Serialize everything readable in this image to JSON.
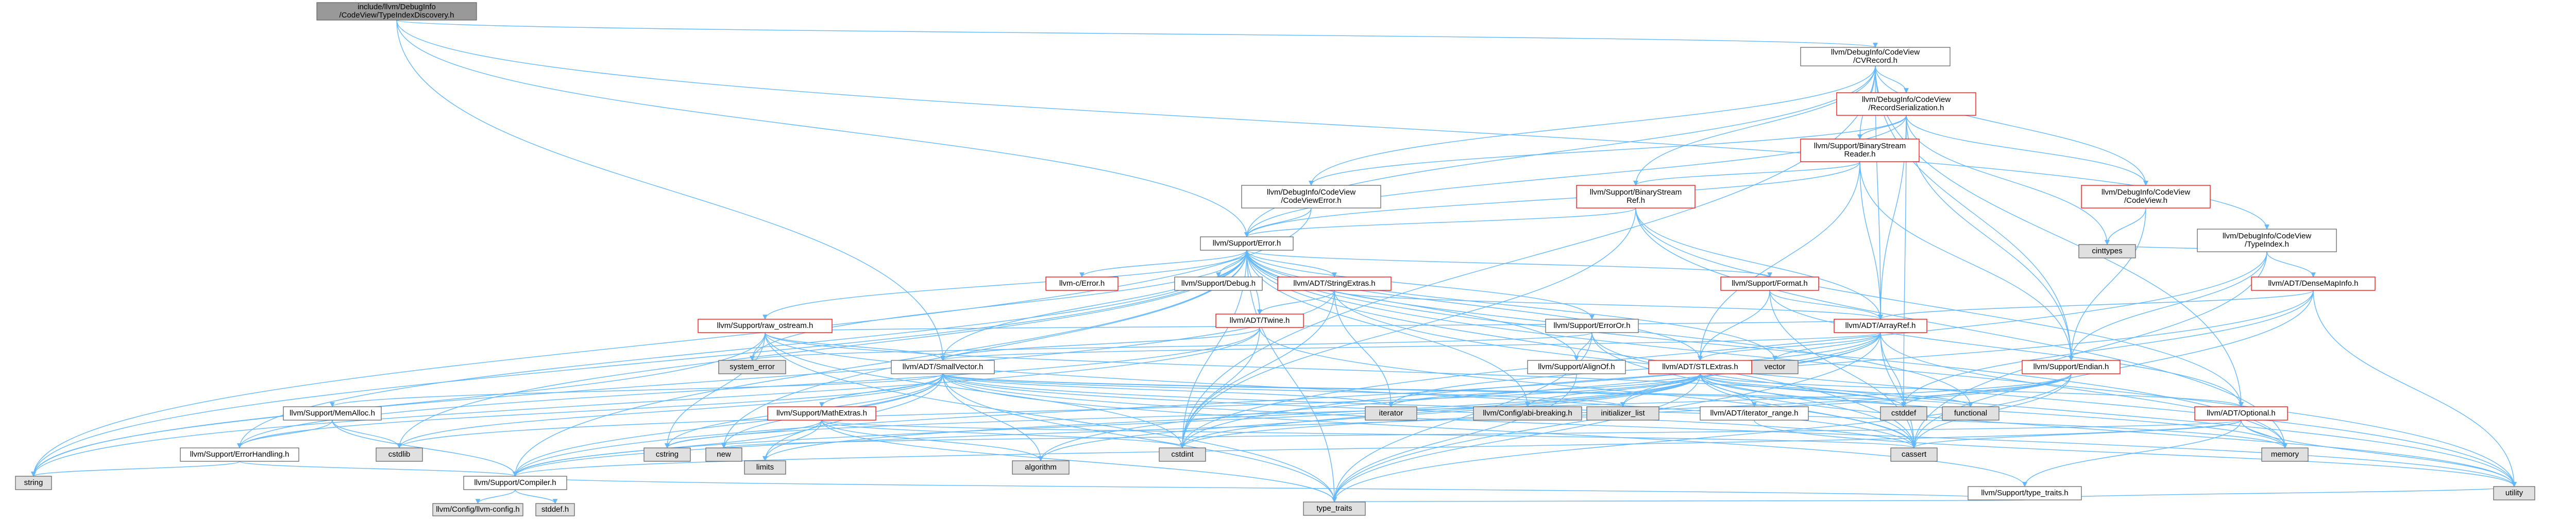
{
  "colors": {
    "edge": "#63b8ff",
    "border_default": "#666666",
    "border_red": "#ff0000",
    "fill_white": "#ffffff",
    "fill_gray": "#e0e0e0",
    "fill_root": "#999999"
  },
  "nodes": [
    {
      "id": "root",
      "lines": [
        "include/llvm/DebugInfo",
        "/CodeView/TypeIndexDiscovery.h"
      ],
      "kind": "root"
    },
    {
      "id": "cvrecord",
      "lines": [
        "llvm/DebugInfo/CodeView",
        "/CVRecord.h"
      ],
      "kind": "normal"
    },
    {
      "id": "recser",
      "lines": [
        "llvm/DebugInfo/CodeView",
        "/RecordSerialization.h"
      ],
      "kind": "red"
    },
    {
      "id": "bsreader",
      "lines": [
        "llvm/Support/BinaryStream",
        "Reader.h"
      ],
      "kind": "red"
    },
    {
      "id": "cverror",
      "lines": [
        "llvm/DebugInfo/CodeView",
        "/CodeViewError.h"
      ],
      "kind": "normal"
    },
    {
      "id": "bsref",
      "lines": [
        "llvm/Support/BinaryStream",
        "Ref.h"
      ],
      "kind": "red"
    },
    {
      "id": "codeview",
      "lines": [
        "llvm/DebugInfo/CodeView",
        "/CodeView.h"
      ],
      "kind": "red"
    },
    {
      "id": "typeindex",
      "lines": [
        "llvm/DebugInfo/CodeView",
        "/TypeIndex.h"
      ],
      "kind": "normal"
    },
    {
      "id": "error",
      "lines": [
        "llvm/Support/Error.h"
      ],
      "kind": "normal"
    },
    {
      "id": "cinttypes",
      "lines": [
        "cinttypes"
      ],
      "kind": "gray"
    },
    {
      "id": "densemapinfo",
      "lines": [
        "llvm/ADT/DenseMapInfo.h"
      ],
      "kind": "red"
    },
    {
      "id": "llvmcerror",
      "lines": [
        "llvm-c/Error.h"
      ],
      "kind": "red"
    },
    {
      "id": "debug",
      "lines": [
        "llvm/Support/Debug.h"
      ],
      "kind": "normal"
    },
    {
      "id": "stringextras",
      "lines": [
        "llvm/ADT/StringExtras.h"
      ],
      "kind": "red"
    },
    {
      "id": "format",
      "lines": [
        "llvm/Support/Format.h"
      ],
      "kind": "red"
    },
    {
      "id": "rawostream",
      "lines": [
        "llvm/Support/raw_ostream.h"
      ],
      "kind": "red"
    },
    {
      "id": "twine",
      "lines": [
        "llvm/ADT/Twine.h"
      ],
      "kind": "red"
    },
    {
      "id": "erroror",
      "lines": [
        "llvm/Support/ErrorOr.h"
      ],
      "kind": "normal"
    },
    {
      "id": "arrayref",
      "lines": [
        "llvm/ADT/ArrayRef.h"
      ],
      "kind": "red"
    },
    {
      "id": "systemerror",
      "lines": [
        "system_error"
      ],
      "kind": "gray"
    },
    {
      "id": "smallvector",
      "lines": [
        "llvm/ADT/SmallVector.h"
      ],
      "kind": "normal"
    },
    {
      "id": "alignof",
      "lines": [
        "llvm/Support/AlignOf.h"
      ],
      "kind": "normal"
    },
    {
      "id": "vector",
      "lines": [
        "vector"
      ],
      "kind": "gray"
    },
    {
      "id": "stlextras",
      "lines": [
        "llvm/ADT/STLExtras.h"
      ],
      "kind": "red"
    },
    {
      "id": "endian",
      "lines": [
        "llvm/Support/Endian.h"
      ],
      "kind": "red"
    },
    {
      "id": "memalloc",
      "lines": [
        "llvm/Support/MemAlloc.h"
      ],
      "kind": "normal"
    },
    {
      "id": "matheextras",
      "lines": [
        "llvm/Support/MathExtras.h"
      ],
      "kind": "red"
    },
    {
      "id": "iterator",
      "lines": [
        "iterator"
      ],
      "kind": "gray"
    },
    {
      "id": "abibreaking",
      "lines": [
        "llvm/Config/abi-breaking.h"
      ],
      "kind": "gray"
    },
    {
      "id": "initlist",
      "lines": [
        "initializer_list"
      ],
      "kind": "gray"
    },
    {
      "id": "iterrange",
      "lines": [
        "llvm/ADT/iterator_range.h"
      ],
      "kind": "normal"
    },
    {
      "id": "cstddef",
      "lines": [
        "cstddef"
      ],
      "kind": "gray"
    },
    {
      "id": "functional",
      "lines": [
        "functional"
      ],
      "kind": "gray"
    },
    {
      "id": "optional",
      "lines": [
        "llvm/ADT/Optional.h"
      ],
      "kind": "red"
    },
    {
      "id": "errhandling",
      "lines": [
        "llvm/Support/ErrorHandling.h"
      ],
      "kind": "normal"
    },
    {
      "id": "cstdlib",
      "lines": [
        "cstdlib"
      ],
      "kind": "gray"
    },
    {
      "id": "cstring",
      "lines": [
        "cstring"
      ],
      "kind": "gray"
    },
    {
      "id": "new",
      "lines": [
        "new"
      ],
      "kind": "gray"
    },
    {
      "id": "limits",
      "lines": [
        "limits"
      ],
      "kind": "gray"
    },
    {
      "id": "algorithm",
      "lines": [
        "algorithm"
      ],
      "kind": "gray"
    },
    {
      "id": "cstdint",
      "lines": [
        "cstdint"
      ],
      "kind": "gray"
    },
    {
      "id": "cassert",
      "lines": [
        "cassert"
      ],
      "kind": "gray"
    },
    {
      "id": "memory",
      "lines": [
        "memory"
      ],
      "kind": "gray"
    },
    {
      "id": "typetraitsh",
      "lines": [
        "llvm/Support/type_traits.h"
      ],
      "kind": "normal"
    },
    {
      "id": "string",
      "lines": [
        "string"
      ],
      "kind": "gray"
    },
    {
      "id": "compiler",
      "lines": [
        "llvm/Support/Compiler.h"
      ],
      "kind": "normal"
    },
    {
      "id": "typetraits",
      "lines": [
        "type_traits"
      ],
      "kind": "gray"
    },
    {
      "id": "utility",
      "lines": [
        "utility"
      ],
      "kind": "gray"
    },
    {
      "id": "llvmconfig",
      "lines": [
        "llvm/Config/llvm-config.h"
      ],
      "kind": "gray"
    },
    {
      "id": "stddef",
      "lines": [
        "stddef.h"
      ],
      "kind": "gray"
    }
  ],
  "edges": [
    [
      "root",
      "cvrecord"
    ],
    [
      "root",
      "typeindex"
    ],
    [
      "root",
      "error"
    ],
    [
      "root",
      "smallvector"
    ],
    [
      "cvrecord",
      "recser"
    ],
    [
      "cvrecord",
      "bsreader"
    ],
    [
      "cvrecord",
      "bsref"
    ],
    [
      "cvrecord",
      "cverror"
    ],
    [
      "cvrecord",
      "codeview"
    ],
    [
      "cvrecord",
      "error"
    ],
    [
      "cvrecord",
      "arrayref"
    ],
    [
      "cvrecord",
      "endian"
    ],
    [
      "cvrecord",
      "optional"
    ],
    [
      "cvrecord",
      "cstdint"
    ],
    [
      "recser",
      "bsreader"
    ],
    [
      "recser",
      "cverror"
    ],
    [
      "recser",
      "codeview"
    ],
    [
      "recser",
      "error"
    ],
    [
      "recser",
      "arrayref"
    ],
    [
      "recser",
      "endian"
    ],
    [
      "recser",
      "cinttypes"
    ],
    [
      "recser",
      "cstddef"
    ],
    [
      "bsreader",
      "bsref"
    ],
    [
      "bsreader",
      "arrayref"
    ],
    [
      "bsreader",
      "error"
    ],
    [
      "bsreader",
      "stlextras"
    ],
    [
      "bsreader",
      "endian"
    ],
    [
      "bsreader",
      "type_traits_dummy"
    ],
    [
      "cverror",
      "error"
    ],
    [
      "cverror",
      "string"
    ],
    [
      "bsref",
      "error"
    ],
    [
      "bsref",
      "arrayref"
    ],
    [
      "bsref",
      "optional"
    ],
    [
      "bsref",
      "cstdint"
    ],
    [
      "bsref",
      "memory"
    ],
    [
      "codeview",
      "cinttypes"
    ],
    [
      "codeview",
      "endian"
    ],
    [
      "codeview",
      "type_traits_dummy"
    ],
    [
      "typeindex",
      "densemapinfo"
    ],
    [
      "typeindex",
      "endian"
    ],
    [
      "typeindex",
      "cinttypes"
    ],
    [
      "typeindex",
      "cassert"
    ],
    [
      "typeindex",
      "cstdint"
    ],
    [
      "densemapinfo",
      "cassert"
    ],
    [
      "densemapinfo",
      "cstddef"
    ],
    [
      "densemapinfo",
      "cstdint"
    ],
    [
      "densemapinfo",
      "utility"
    ],
    [
      "densemapinfo",
      "arrayref"
    ],
    [
      "error",
      "llvmcerror"
    ],
    [
      "error",
      "debug"
    ],
    [
      "error",
      "stringextras"
    ],
    [
      "error",
      "format"
    ],
    [
      "error",
      "rawostream"
    ],
    [
      "error",
      "twine"
    ],
    [
      "error",
      "erroror"
    ],
    [
      "error",
      "smallvector"
    ],
    [
      "error",
      "alignof"
    ],
    [
      "error",
      "errhandling"
    ],
    [
      "error",
      "abibreaking"
    ],
    [
      "error",
      "compiler"
    ],
    [
      "error",
      "stlextras"
    ],
    [
      "error",
      "string"
    ],
    [
      "error",
      "cassert"
    ],
    [
      "error",
      "cstdint"
    ],
    [
      "error",
      "cstdlib"
    ],
    [
      "error",
      "functional"
    ],
    [
      "error",
      "memory"
    ],
    [
      "error",
      "new"
    ],
    [
      "error",
      "systemerror"
    ],
    [
      "error",
      "typetraits"
    ],
    [
      "error",
      "utility"
    ],
    [
      "error",
      "vector"
    ],
    [
      "stringextras",
      "arrayref"
    ],
    [
      "stringextras",
      "twine"
    ],
    [
      "stringextras",
      "iterator"
    ],
    [
      "stringextras",
      "cstdint"
    ],
    [
      "stringextras",
      "string"
    ],
    [
      "stringextras",
      "utility"
    ],
    [
      "format",
      "arrayref"
    ],
    [
      "format",
      "stlextras"
    ],
    [
      "format",
      "cassert"
    ],
    [
      "format",
      "cstdio_dummy"
    ],
    [
      "format",
      "optional"
    ],
    [
      "rawostream",
      "arrayref"
    ],
    [
      "rawostream",
      "smallvector"
    ],
    [
      "rawostream",
      "cassert"
    ],
    [
      "rawostream",
      "cstddef"
    ],
    [
      "rawostream",
      "cstdint"
    ],
    [
      "rawostream",
      "cstring"
    ],
    [
      "rawostream",
      "string"
    ],
    [
      "rawostream",
      "systemerror"
    ],
    [
      "rawostream",
      "typetraits"
    ],
    [
      "twine",
      "smallvector"
    ],
    [
      "twine",
      "errhandling"
    ],
    [
      "twine",
      "cassert"
    ],
    [
      "twine",
      "cstdint"
    ],
    [
      "twine",
      "string"
    ],
    [
      "erroror",
      "alignof"
    ],
    [
      "erroror",
      "cassert"
    ],
    [
      "erroror",
      "systemerror"
    ],
    [
      "erroror",
      "typetraits"
    ],
    [
      "erroror",
      "utility"
    ],
    [
      "arrayref",
      "smallvector"
    ],
    [
      "arrayref",
      "stlextras"
    ],
    [
      "arrayref",
      "compiler"
    ],
    [
      "arrayref",
      "algorithm"
    ],
    [
      "arrayref",
      "array_dummy"
    ],
    [
      "arrayref",
      "cassert"
    ],
    [
      "arrayref",
      "cstddef"
    ],
    [
      "arrayref",
      "initlist"
    ],
    [
      "arrayref",
      "iterator"
    ],
    [
      "arrayref",
      "memory"
    ],
    [
      "arrayref",
      "typetraits"
    ],
    [
      "arrayref",
      "vector"
    ],
    [
      "smallvector",
      "compiler"
    ],
    [
      "smallvector",
      "typetraitsh"
    ],
    [
      "smallvector",
      "algorithm"
    ],
    [
      "smallvector",
      "cassert"
    ],
    [
      "smallvector",
      "cstddef"
    ],
    [
      "smallvector",
      "cstdlib"
    ],
    [
      "smallvector",
      "cstring"
    ],
    [
      "smallvector",
      "functional"
    ],
    [
      "smallvector",
      "initlist"
    ],
    [
      "smallvector",
      "iterator"
    ],
    [
      "smallvector",
      "limits"
    ],
    [
      "smallvector",
      "memory"
    ],
    [
      "smallvector",
      "new"
    ],
    [
      "smallvector",
      "typetraits"
    ],
    [
      "smallvector",
      "utility"
    ],
    [
      "smallvector",
      "memalloc"
    ],
    [
      "smallvector",
      "errhandling"
    ],
    [
      "smallvector",
      "matheextras"
    ],
    [
      "alignof",
      "typetraits"
    ],
    [
      "stlextras",
      "abibreaking"
    ],
    [
      "stlextras",
      "iterrange"
    ],
    [
      "stlextras",
      "compiler"
    ],
    [
      "stlextras",
      "algorithm"
    ],
    [
      "stlextras",
      "cassert"
    ],
    [
      "stlextras",
      "cstddef"
    ],
    [
      "stlextras",
      "cstdint"
    ],
    [
      "stlextras",
      "cstdlib"
    ],
    [
      "stlextras",
      "functional"
    ],
    [
      "stlextras",
      "initlist"
    ],
    [
      "stlextras",
      "iterator"
    ],
    [
      "stlextras",
      "limits"
    ],
    [
      "stlextras",
      "memory"
    ],
    [
      "stlextras",
      "tuple_dummy"
    ],
    [
      "stlextras",
      "typetraits"
    ],
    [
      "stlextras",
      "utility"
    ],
    [
      "stlextras",
      "optional"
    ],
    [
      "endian",
      "compiler"
    ],
    [
      "endian",
      "cassert"
    ],
    [
      "endian",
      "cstddef"
    ],
    [
      "endian",
      "cstdint"
    ],
    [
      "endian",
      "cstring"
    ],
    [
      "endian",
      "typetraits"
    ],
    [
      "memalloc",
      "compiler"
    ],
    [
      "memalloc",
      "errhandling"
    ],
    [
      "memalloc",
      "cstdlib"
    ],
    [
      "matheextras",
      "compiler"
    ],
    [
      "matheextras",
      "algorithm"
    ],
    [
      "matheextras",
      "cassert"
    ],
    [
      "matheextras",
      "climits_dummy"
    ],
    [
      "matheextras",
      "cstdint"
    ],
    [
      "matheextras",
      "cstring"
    ],
    [
      "matheextras",
      "limits"
    ],
    [
      "matheextras",
      "typetraits"
    ],
    [
      "iterrange",
      "utility"
    ],
    [
      "optional",
      "compiler"
    ],
    [
      "optional",
      "typetraitsh"
    ],
    [
      "optional",
      "cassert"
    ],
    [
      "optional",
      "memory"
    ],
    [
      "optional",
      "new"
    ],
    [
      "optional",
      "utility"
    ],
    [
      "typetraitsh",
      "compiler"
    ],
    [
      "typetraitsh",
      "typetraits"
    ],
    [
      "typetraitsh",
      "utility"
    ],
    [
      "errhandling",
      "compiler"
    ],
    [
      "errhandling",
      "string"
    ],
    [
      "compiler",
      "llvmconfig"
    ],
    [
      "compiler",
      "stddef"
    ]
  ]
}
